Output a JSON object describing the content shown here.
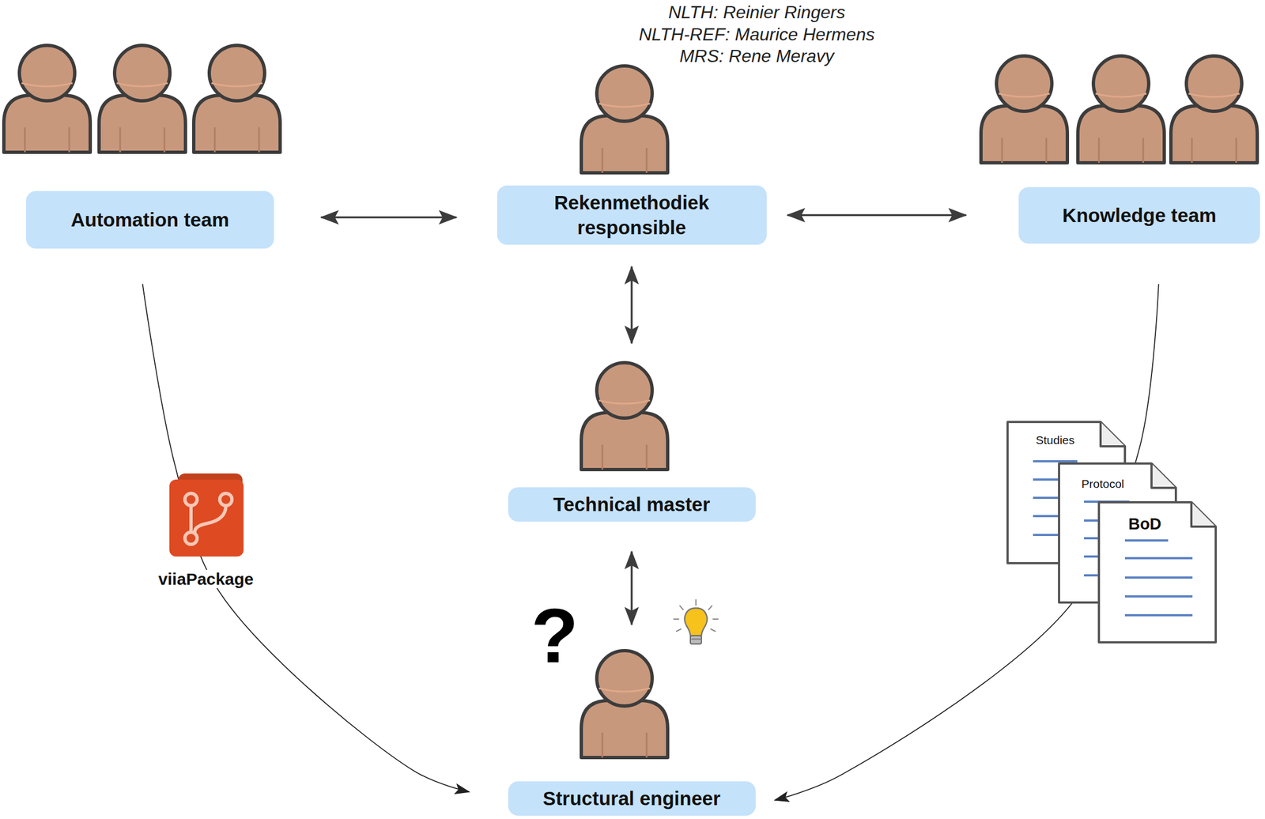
{
  "diagram": {
    "nodes": [
      {
        "text": [
          "Automation team"
        ]
      },
      {
        "text": [
          "Rekenmethodiek responsible"
        ]
      },
      {
        "text": [
          "Knowledge team"
        ]
      },
      {
        "text": [
          "Technical master"
        ]
      },
      {
        "text": [
          "Structural engineer"
        ]
      }
    ],
    "edges": [
      {
        "from": 0,
        "to": 1,
        "arrow": "both"
      },
      {
        "from": 1,
        "to": 2,
        "arrow": "both"
      },
      {
        "from": 1,
        "to": 3,
        "arrow": "both"
      },
      {
        "from": 3,
        "to": 4,
        "arrow": "both"
      },
      {
        "from": 0,
        "to": 4,
        "arrow": "to"
      },
      {
        "from": 2,
        "to": 4,
        "arrow": "to"
      }
    ],
    "labels": [
      "NLTH: Reinier Ringers",
      "NLTH-REF: Maurice Hermens",
      "MRS: Rene Meravy",
      "viiaPackage",
      "Studies",
      "Protocol",
      "BoD",
      "?"
    ]
  }
}
